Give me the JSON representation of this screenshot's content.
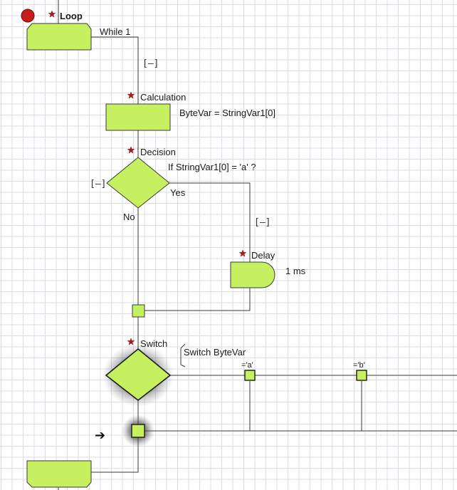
{
  "flowchart": {
    "loop": {
      "name": "Loop",
      "condition": "While 1",
      "collapse": "[–]"
    },
    "calculation": {
      "name": "Calculation",
      "expression": "ByteVar = StringVar1[0]"
    },
    "decision": {
      "name": "Decision",
      "condition": "If  StringVar1[0] = 'a'  ?",
      "yes_label": "Yes",
      "no_label": "No",
      "collapse_left": "[–]",
      "collapse_yes": "[–]"
    },
    "delay": {
      "name": "Delay",
      "value": "1 ms"
    },
    "switch": {
      "name": "Switch",
      "expression": "Switch ByteVar",
      "cases": [
        "='a'",
        "='b'"
      ]
    },
    "pointer_glyph": "➔"
  },
  "colors": {
    "shape_fill": "#c6f060",
    "stroke": "#3a3a3a",
    "star": "#b01818",
    "start_dot": "#c81c1c",
    "grid": "#d8dde6"
  }
}
